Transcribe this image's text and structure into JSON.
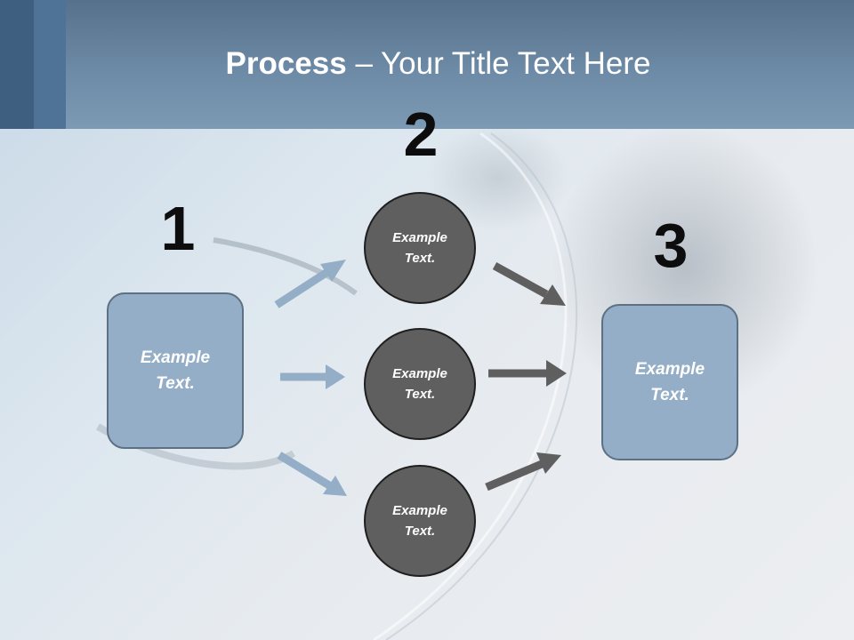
{
  "title": {
    "bold": "Process",
    "rest": " – Your Title Text Here"
  },
  "steps": {
    "one": "1",
    "two": "2",
    "three": "3"
  },
  "left_box": {
    "line1": "Example",
    "line2": "Text."
  },
  "right_box": {
    "line1": "Example",
    "line2": "Text."
  },
  "circles": [
    {
      "line1": "Example",
      "line2": "Text."
    },
    {
      "line1": "Example",
      "line2": "Text."
    },
    {
      "line1": "Example",
      "line2": "Text."
    }
  ],
  "colors": {
    "header": "#6d8aa6",
    "box_fill": "#93aec6",
    "circle_fill": "#5f5f5f",
    "arrow_light": "#93aec6",
    "arrow_dark": "#5f5f5f"
  }
}
